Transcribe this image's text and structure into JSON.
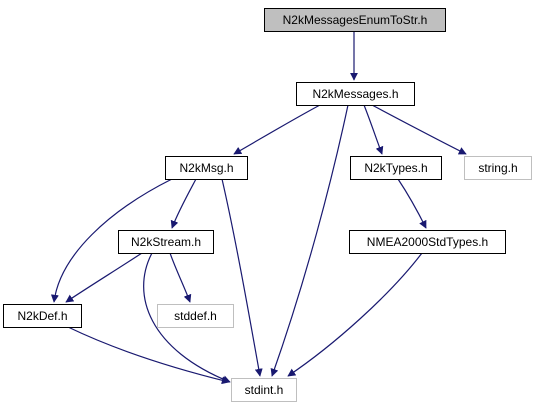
{
  "diagram": {
    "nodes": [
      {
        "id": "root",
        "label": "N2kMessagesEnumToStr.h",
        "kind": "root"
      },
      {
        "id": "msgs",
        "label": "N2kMessages.h",
        "kind": "internal"
      },
      {
        "id": "msg",
        "label": "N2kMsg.h",
        "kind": "internal"
      },
      {
        "id": "types",
        "label": "N2kTypes.h",
        "kind": "internal"
      },
      {
        "id": "string",
        "label": "string.h",
        "kind": "external"
      },
      {
        "id": "stream",
        "label": "N2kStream.h",
        "kind": "internal"
      },
      {
        "id": "nmea",
        "label": "NMEA2000StdTypes.h",
        "kind": "internal"
      },
      {
        "id": "def",
        "label": "N2kDef.h",
        "kind": "internal"
      },
      {
        "id": "stddef",
        "label": "stddef.h",
        "kind": "external"
      },
      {
        "id": "stdint",
        "label": "stdint.h",
        "kind": "external"
      }
    ],
    "edges": [
      [
        "root",
        "msgs"
      ],
      [
        "msgs",
        "msg"
      ],
      [
        "msgs",
        "types"
      ],
      [
        "msgs",
        "string"
      ],
      [
        "msgs",
        "stdint"
      ],
      [
        "msg",
        "stream"
      ],
      [
        "msg",
        "def"
      ],
      [
        "msg",
        "stdint"
      ],
      [
        "types",
        "nmea"
      ],
      [
        "stream",
        "def"
      ],
      [
        "stream",
        "stddef"
      ],
      [
        "stream",
        "stdint"
      ],
      [
        "nmea",
        "stdint"
      ],
      [
        "def",
        "stdint"
      ]
    ],
    "colors": {
      "edge": "#191970",
      "root_fill": "#bfbfbf",
      "node_border": "#000000",
      "external_border": "#bfbfbf",
      "node_fill": "#ffffff"
    }
  }
}
